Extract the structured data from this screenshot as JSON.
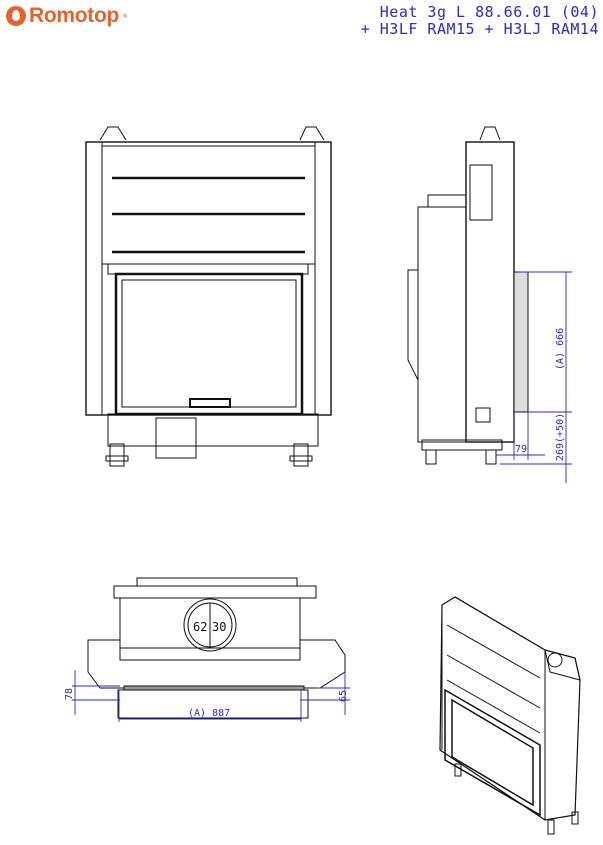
{
  "brand": {
    "name": "Romotop",
    "registered": "®",
    "color": "#e4632b"
  },
  "title": {
    "line1": "Heat 3g L 88.66.01 (04)",
    "line2": "+ H3LF RAM15 + H3LJ RAM14"
  },
  "dimensions": {
    "side_height": "(A) 666",
    "side_bottom": "269(+50)",
    "side_depth": "79",
    "top_width": "(A) 887",
    "top_left": "78",
    "top_right": "65",
    "flue_left": "62",
    "flue_right": "30"
  },
  "colors": {
    "dimension": "#2a2acf",
    "line": "#111111"
  }
}
